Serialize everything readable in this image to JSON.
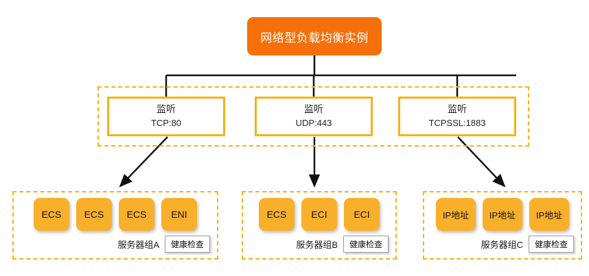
{
  "diagram": {
    "title_box": {
      "label": "网络型负载均衡实例",
      "color": "#F5700A",
      "text_color": "#FFFFFF"
    },
    "listener_zone": {
      "border_color": "#F7B117",
      "border_style": "dashed",
      "listeners": [
        {
          "title": "监听",
          "protocol": "TCP:80"
        },
        {
          "title": "监听",
          "protocol": "UDP:443"
        },
        {
          "title": "监听",
          "protocol": "TCPSSL:1883"
        }
      ]
    },
    "server_groups": [
      {
        "name": "服务器组A",
        "health_check_label": "健康检查",
        "nodes": [
          {
            "label": "ECS",
            "wide": false
          },
          {
            "label": "ECS",
            "wide": false
          },
          {
            "label": "ECS",
            "wide": false
          },
          {
            "label": "ENI",
            "wide": false
          }
        ]
      },
      {
        "name": "服务器组B",
        "health_check_label": "健康检查",
        "nodes": [
          {
            "label": "ECS",
            "wide": false
          },
          {
            "label": "ECI",
            "wide": false
          },
          {
            "label": "ECI",
            "wide": false
          }
        ]
      },
      {
        "name": "服务器组C",
        "health_check_label": "健康检查",
        "nodes": [
          {
            "label": "IP地址",
            "wide": true
          },
          {
            "label": "IP地址",
            "wide": true
          },
          {
            "label": "IP地址",
            "wide": true
          }
        ]
      }
    ],
    "colors": {
      "instance_orange": "#F5700A",
      "accent_amber": "#F7B117",
      "node_amber": "#F8B02A",
      "connector_black": "#111111",
      "canvas_background": "#FFFFFF"
    },
    "connections": {
      "instance_to_listeners": "vertical trunk branching to three listeners",
      "listener_to_group": [
        {
          "from": "TCP:80",
          "to": "服务器组A",
          "direction": "down-left"
        },
        {
          "from": "UDP:443",
          "to": "服务器组B",
          "direction": "down"
        },
        {
          "from": "TCPSSL:1883",
          "to": "服务器组C",
          "direction": "down-right"
        }
      ]
    }
  }
}
